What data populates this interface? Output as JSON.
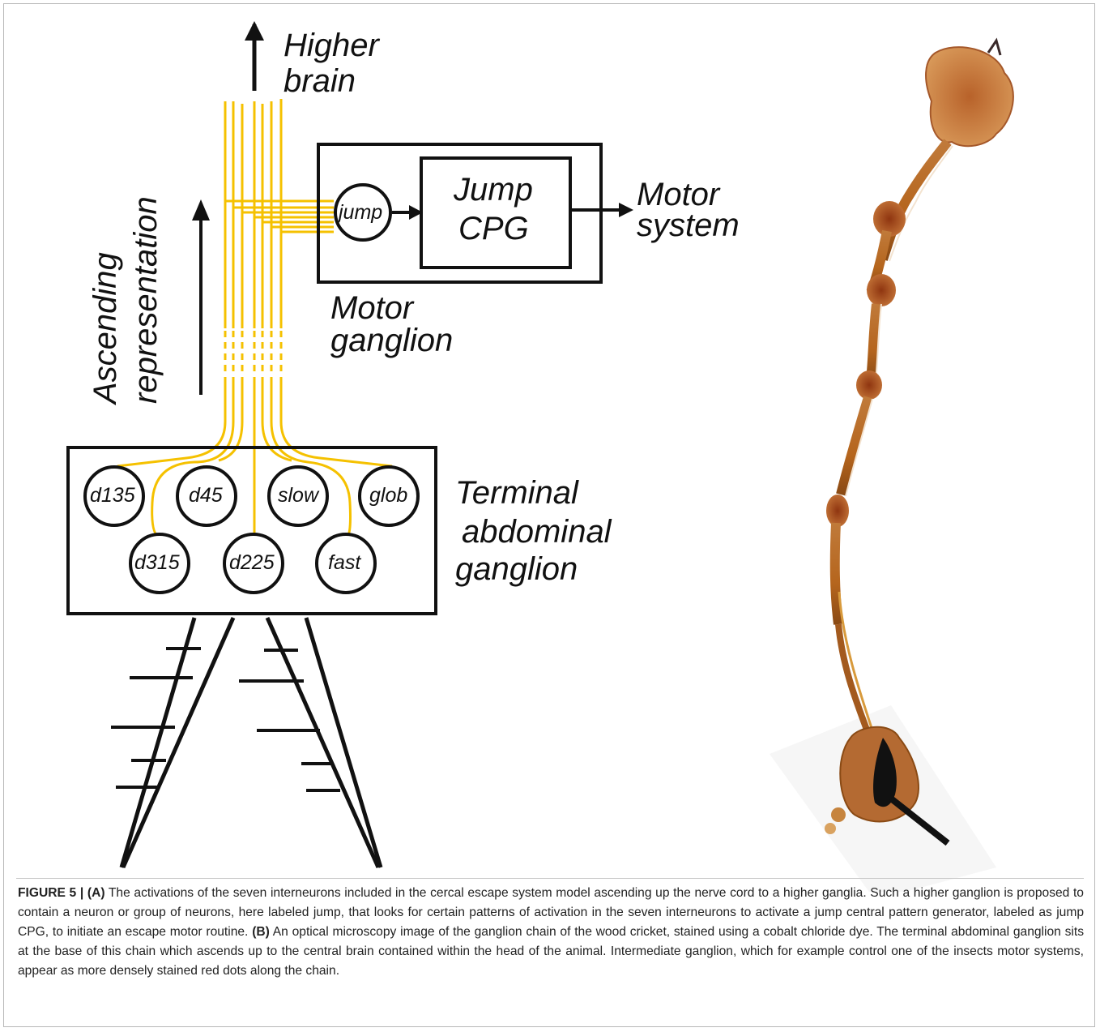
{
  "panel_a": {
    "higher_brain": [
      "Higher",
      "brain"
    ],
    "ascending": [
      "Ascending",
      "representation"
    ],
    "motor_ganglion_box": {
      "jump_node": "jump",
      "cpg_box": [
        "Jump",
        "CPG"
      ],
      "motor_system": [
        "Motor",
        "system"
      ]
    },
    "motor_ganglion_label": [
      "Motor",
      "ganglion"
    ],
    "terminal_label": [
      "Terminal",
      "abdominal",
      "ganglion"
    ],
    "nodes": [
      "d135",
      "d45",
      "slow",
      "glob",
      "d315",
      "d225",
      "fast"
    ]
  },
  "caption": {
    "figure_label": "FIGURE 5 | ",
    "a_label": "(A)",
    "a_text": " The activations of the seven interneurons included in the cercal escape system model ascending up the nerve cord to a higher ganglia. Such a higher ganglion is proposed to contain a neuron or group of neurons, here labeled jump, that looks for certain patterns of activation in the seven interneurons to activate a jump central pattern generator, labeled as jump CPG, to initiate an escape motor routine. ",
    "b_label": "(B)",
    "b_text": " An optical microscopy image of the ganglion chain of the wood cricket, stained using a cobalt chloride dye. The terminal abdominal ganglion sits at the base of this chain which ascends up to the central brain contained within the head of the animal. Intermediate ganglion, which for example control one of the insects motor systems, appear as more densely stained red dots along the chain."
  },
  "colors": {
    "axon": "#f5c100",
    "ink": "#111111",
    "stain": "#b5651d"
  }
}
